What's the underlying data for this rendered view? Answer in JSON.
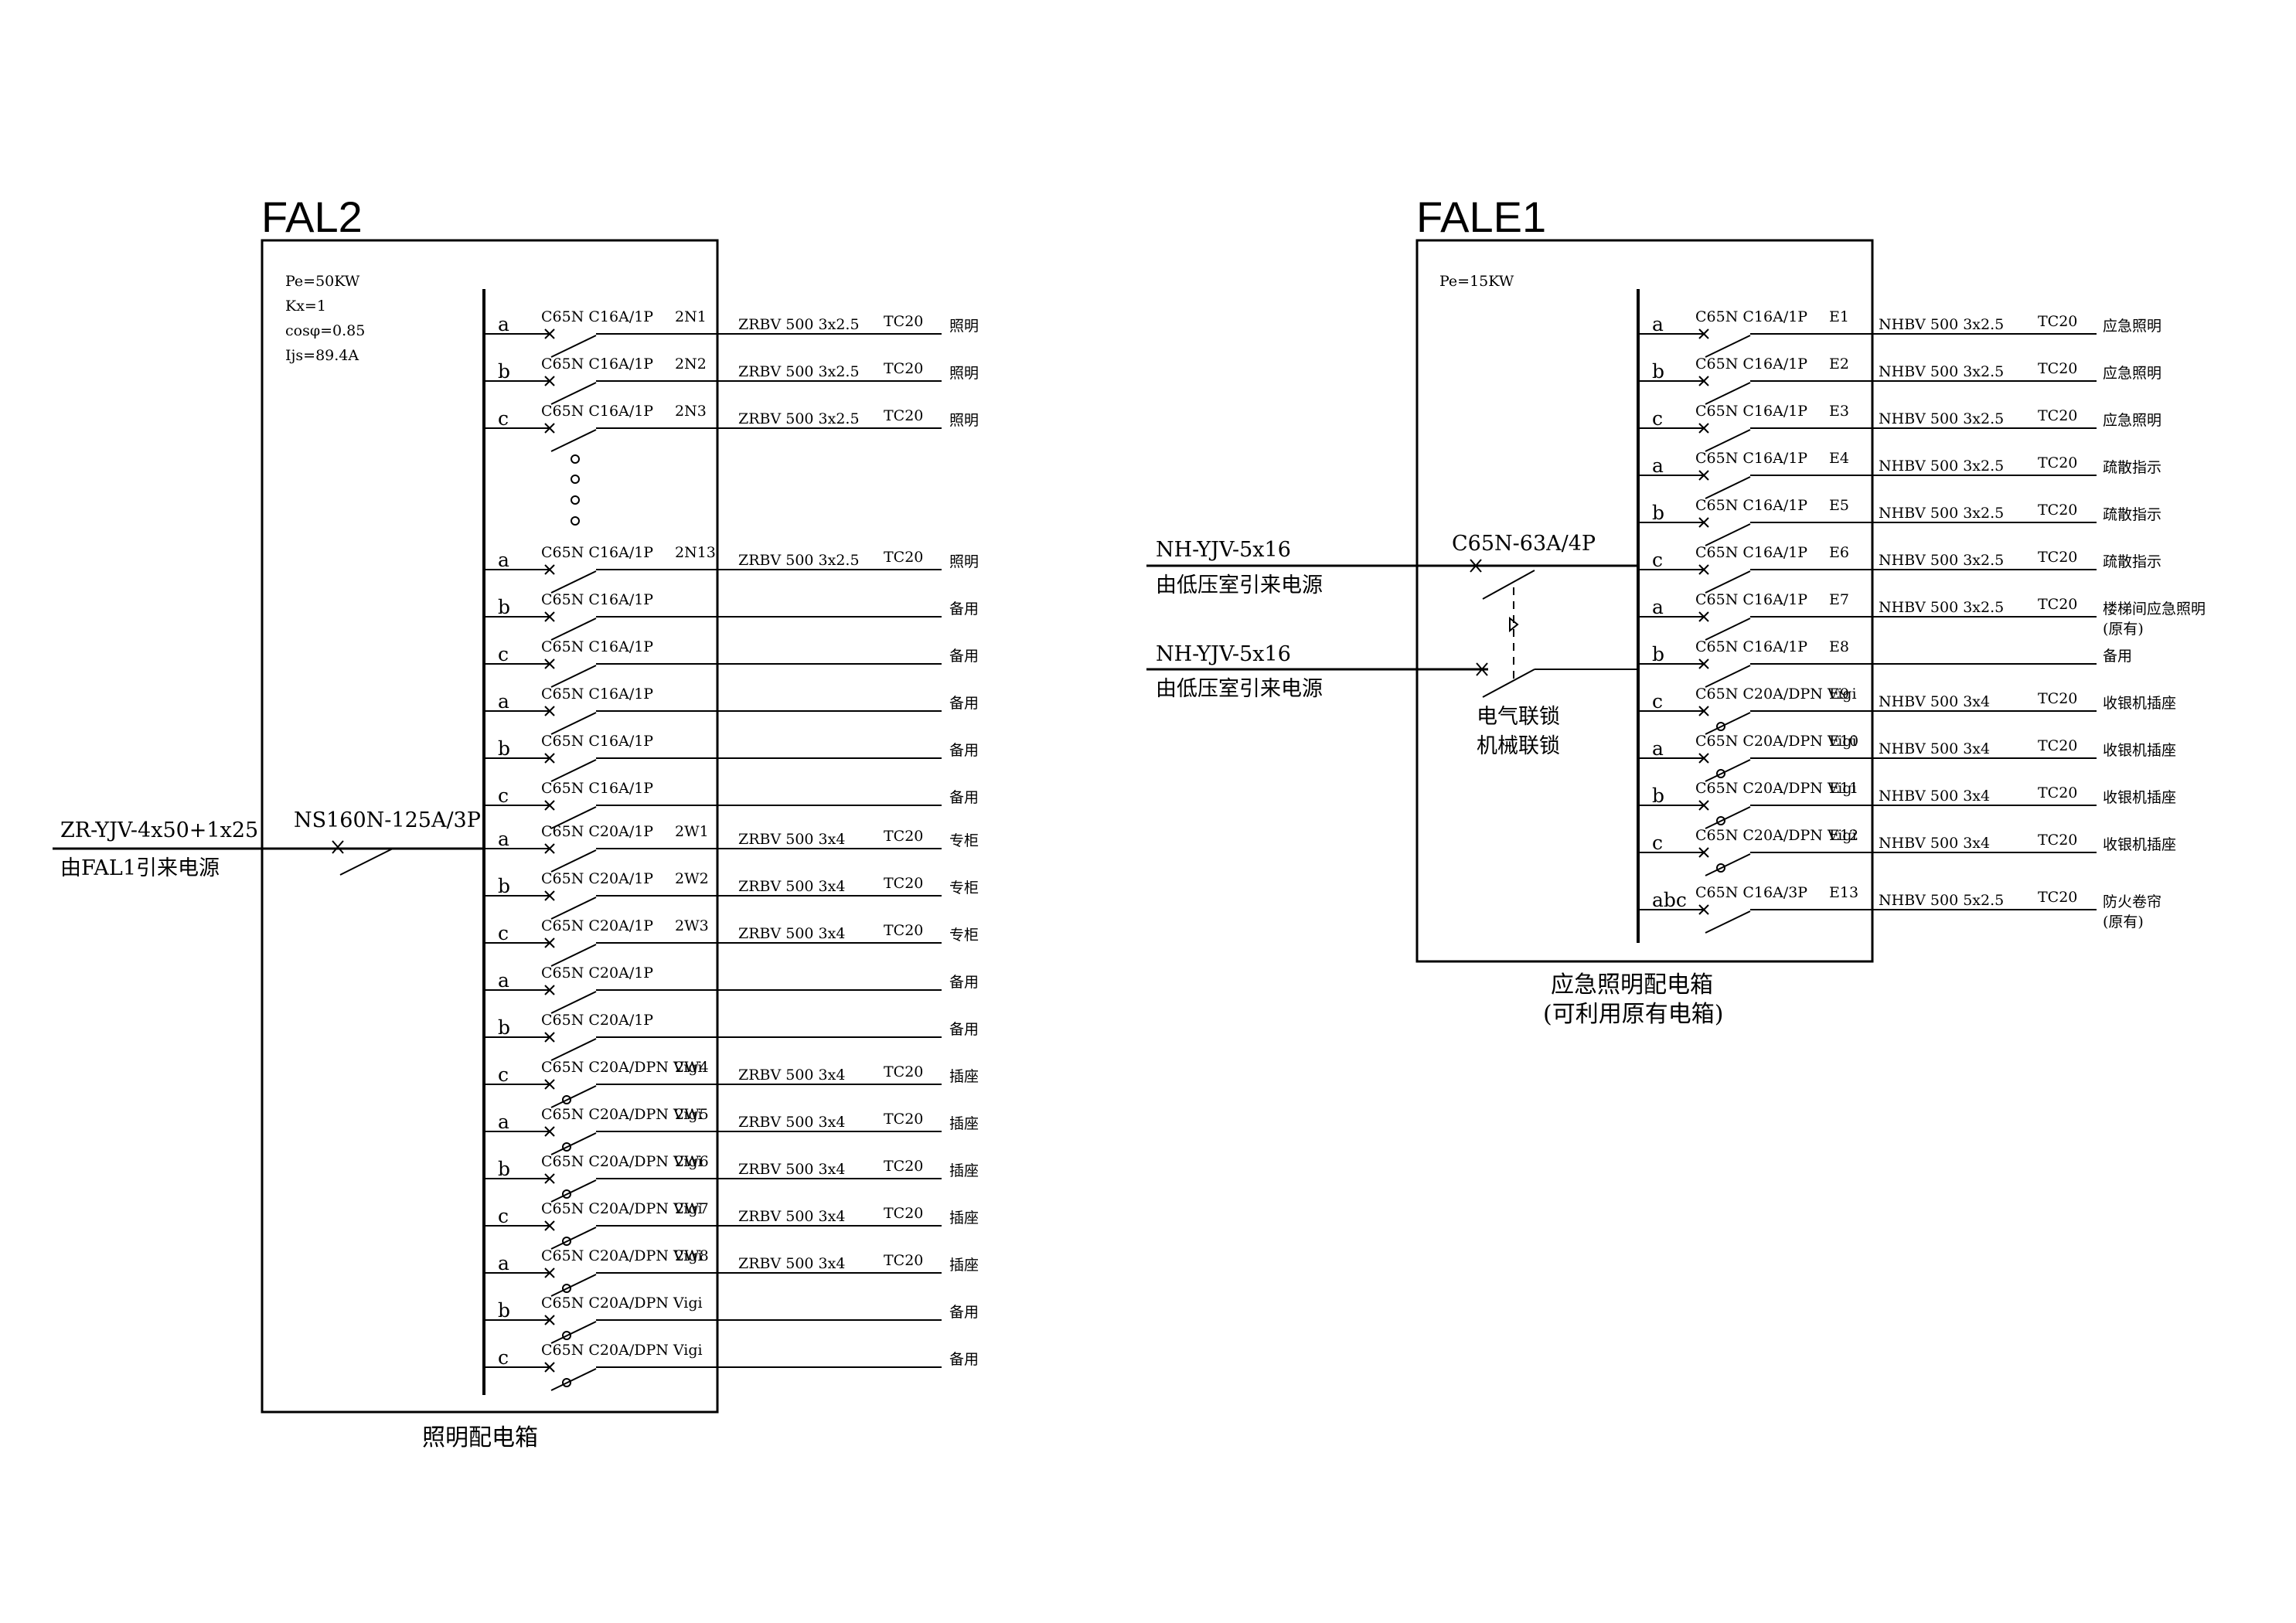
{
  "fal2": {
    "title": "FAL2",
    "params": [
      "Pe=50KW",
      "Kx=1",
      "cosφ=0.85",
      "Ijs=89.4A"
    ],
    "feed_cable": "ZR-YJV-4x50+1x25",
    "feed_source": "由FAL1引来电源",
    "main_breaker": "NS160N-125A/3P",
    "caption": "照明配电箱",
    "circuits": [
      {
        "phase": "a",
        "breaker": "C65N C16A/1P",
        "id": "2N1",
        "cable": "ZRBV 500 3x2.5",
        "conduit": "TC20",
        "load": "照明",
        "rcd": false
      },
      {
        "phase": "b",
        "breaker": "C65N C16A/1P",
        "id": "2N2",
        "cable": "ZRBV 500 3x2.5",
        "conduit": "TC20",
        "load": "照明",
        "rcd": false
      },
      {
        "phase": "c",
        "breaker": "C65N C16A/1P",
        "id": "2N3",
        "cable": "ZRBV 500 3x2.5",
        "conduit": "TC20",
        "load": "照明",
        "rcd": false
      },
      {
        "phase": "a",
        "breaker": "C65N C16A/1P",
        "id": "2N13",
        "cable": "ZRBV 500 3x2.5",
        "conduit": "TC20",
        "load": "照明",
        "rcd": false
      },
      {
        "phase": "b",
        "breaker": "C65N C16A/1P",
        "id": "",
        "cable": "",
        "conduit": "",
        "load": "备用",
        "rcd": false
      },
      {
        "phase": "c",
        "breaker": "C65N C16A/1P",
        "id": "",
        "cable": "",
        "conduit": "",
        "load": "备用",
        "rcd": false
      },
      {
        "phase": "a",
        "breaker": "C65N C16A/1P",
        "id": "",
        "cable": "",
        "conduit": "",
        "load": "备用",
        "rcd": false
      },
      {
        "phase": "b",
        "breaker": "C65N C16A/1P",
        "id": "",
        "cable": "",
        "conduit": "",
        "load": "备用",
        "rcd": false
      },
      {
        "phase": "c",
        "breaker": "C65N C16A/1P",
        "id": "",
        "cable": "",
        "conduit": "",
        "load": "备用",
        "rcd": false
      },
      {
        "phase": "a",
        "breaker": "C65N C20A/1P",
        "id": "2W1",
        "cable": "ZRBV 500 3x4",
        "conduit": "TC20",
        "load": "专柜",
        "rcd": false
      },
      {
        "phase": "b",
        "breaker": "C65N C20A/1P",
        "id": "2W2",
        "cable": "ZRBV 500 3x4",
        "conduit": "TC20",
        "load": "专柜",
        "rcd": false
      },
      {
        "phase": "c",
        "breaker": "C65N C20A/1P",
        "id": "2W3",
        "cable": "ZRBV 500 3x4",
        "conduit": "TC20",
        "load": "专柜",
        "rcd": false
      },
      {
        "phase": "a",
        "breaker": "C65N C20A/1P",
        "id": "",
        "cable": "",
        "conduit": "",
        "load": "备用",
        "rcd": false
      },
      {
        "phase": "b",
        "breaker": "C65N C20A/1P",
        "id": "",
        "cable": "",
        "conduit": "",
        "load": "备用",
        "rcd": false
      },
      {
        "phase": "c",
        "breaker": "C65N C20A/DPN Vigi",
        "id": "2W4",
        "cable": "ZRBV 500 3x4",
        "conduit": "TC20",
        "load": "插座",
        "rcd": true
      },
      {
        "phase": "a",
        "breaker": "C65N C20A/DPN Vigi",
        "id": "2W5",
        "cable": "ZRBV 500 3x4",
        "conduit": "TC20",
        "load": "插座",
        "rcd": true
      },
      {
        "phase": "b",
        "breaker": "C65N C20A/DPN Vigi",
        "id": "2W6",
        "cable": "ZRBV 500 3x4",
        "conduit": "TC20",
        "load": "插座",
        "rcd": true
      },
      {
        "phase": "c",
        "breaker": "C65N C20A/DPN Vigi",
        "id": "2W7",
        "cable": "ZRBV 500 3x4",
        "conduit": "TC20",
        "load": "插座",
        "rcd": true
      },
      {
        "phase": "a",
        "breaker": "C65N C20A/DPN Vigi",
        "id": "2W8",
        "cable": "ZRBV 500 3x4",
        "conduit": "TC20",
        "load": "插座",
        "rcd": true
      },
      {
        "phase": "b",
        "breaker": "C65N C20A/DPN Vigi",
        "id": "",
        "cable": "",
        "conduit": "",
        "load": "备用",
        "rcd": true
      },
      {
        "phase": "c",
        "breaker": "C65N C20A/DPN Vigi",
        "id": "",
        "cable": "",
        "conduit": "",
        "load": "备用",
        "rcd": true
      }
    ]
  },
  "fale1": {
    "title": "FALE1",
    "params": [
      "Pe=15KW"
    ],
    "feed1_cable": "NH-YJV-5x16",
    "feed1_source": "由低压室引来电源",
    "feed2_cable": "NH-YJV-5x16",
    "feed2_source": "由低压室引来电源",
    "ats_breaker": "C65N-63A/4P",
    "interlock_1": "电气联锁",
    "interlock_2": "机械联锁",
    "caption_1": "应急照明配电箱",
    "caption_2": "(可利用原有电箱)",
    "circuits": [
      {
        "phase": "a",
        "breaker": "C65N C16A/1P",
        "id": "E1",
        "cable": "NHBV 500 3x2.5",
        "conduit": "TC20",
        "load": "应急照明",
        "load2": "",
        "rcd": false
      },
      {
        "phase": "b",
        "breaker": "C65N C16A/1P",
        "id": "E2",
        "cable": "NHBV 500 3x2.5",
        "conduit": "TC20",
        "load": "应急照明",
        "load2": "",
        "rcd": false
      },
      {
        "phase": "c",
        "breaker": "C65N C16A/1P",
        "id": "E3",
        "cable": "NHBV 500 3x2.5",
        "conduit": "TC20",
        "load": "应急照明",
        "load2": "",
        "rcd": false
      },
      {
        "phase": "a",
        "breaker": "C65N C16A/1P",
        "id": "E4",
        "cable": "NHBV 500 3x2.5",
        "conduit": "TC20",
        "load": "疏散指示",
        "load2": "",
        "rcd": false
      },
      {
        "phase": "b",
        "breaker": "C65N C16A/1P",
        "id": "E5",
        "cable": "NHBV 500 3x2.5",
        "conduit": "TC20",
        "load": "疏散指示",
        "load2": "",
        "rcd": false
      },
      {
        "phase": "c",
        "breaker": "C65N C16A/1P",
        "id": "E6",
        "cable": "NHBV 500 3x2.5",
        "conduit": "TC20",
        "load": "疏散指示",
        "load2": "",
        "rcd": false
      },
      {
        "phase": "a",
        "breaker": "C65N C16A/1P",
        "id": "E7",
        "cable": "NHBV 500 3x2.5",
        "conduit": "TC20",
        "load": "楼梯间应急照明",
        "load2": "(原有)",
        "rcd": false
      },
      {
        "phase": "b",
        "breaker": "C65N C16A/1P",
        "id": "E8",
        "cable": "",
        "conduit": "",
        "load": "备用",
        "load2": "",
        "rcd": false
      },
      {
        "phase": "c",
        "breaker": "C65N C20A/DPN Vigi",
        "id": "E9",
        "cable": "NHBV 500 3x4",
        "conduit": "TC20",
        "load": "收银机插座",
        "load2": "",
        "rcd": true
      },
      {
        "phase": "a",
        "breaker": "C65N C20A/DPN Vigi",
        "id": "E10",
        "cable": "NHBV 500 3x4",
        "conduit": "TC20",
        "load": "收银机插座",
        "load2": "",
        "rcd": true
      },
      {
        "phase": "b",
        "breaker": "C65N C20A/DPN Vigi",
        "id": "E11",
        "cable": "NHBV 500 3x4",
        "conduit": "TC20",
        "load": "收银机插座",
        "load2": "",
        "rcd": true
      },
      {
        "phase": "c",
        "breaker": "C65N C20A/DPN Vigi",
        "id": "E12",
        "cable": "NHBV 500 3x4",
        "conduit": "TC20",
        "load": "收银机插座",
        "load2": "",
        "rcd": true
      },
      {
        "phase": "abc",
        "breaker": "C65N C16A/3P",
        "id": "E13",
        "cable": "NHBV 500 5x2.5",
        "conduit": "TC20",
        "load": "防火卷帘",
        "load2": "(原有)",
        "rcd": false
      }
    ]
  }
}
